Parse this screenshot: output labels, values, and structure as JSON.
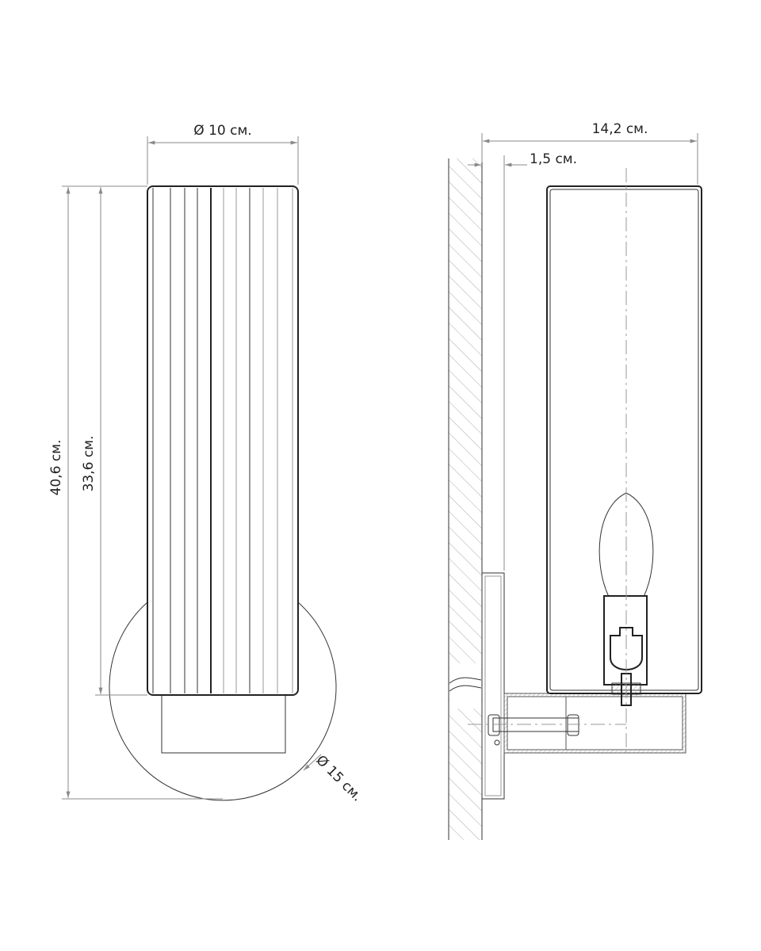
{
  "title": "Wall sconce dimension drawing",
  "front_view": {
    "shade_diameter": "Ø 10 см.",
    "total_height": "40,6 см.",
    "shade_height": "33,6 см.",
    "backplate_diameter": "Ø 15 см."
  },
  "side_view": {
    "total_depth": "14,2 см.",
    "wall_offset": "1,5 см."
  },
  "colors": {
    "line": "#222222",
    "dimension": "#8a8a8a"
  }
}
